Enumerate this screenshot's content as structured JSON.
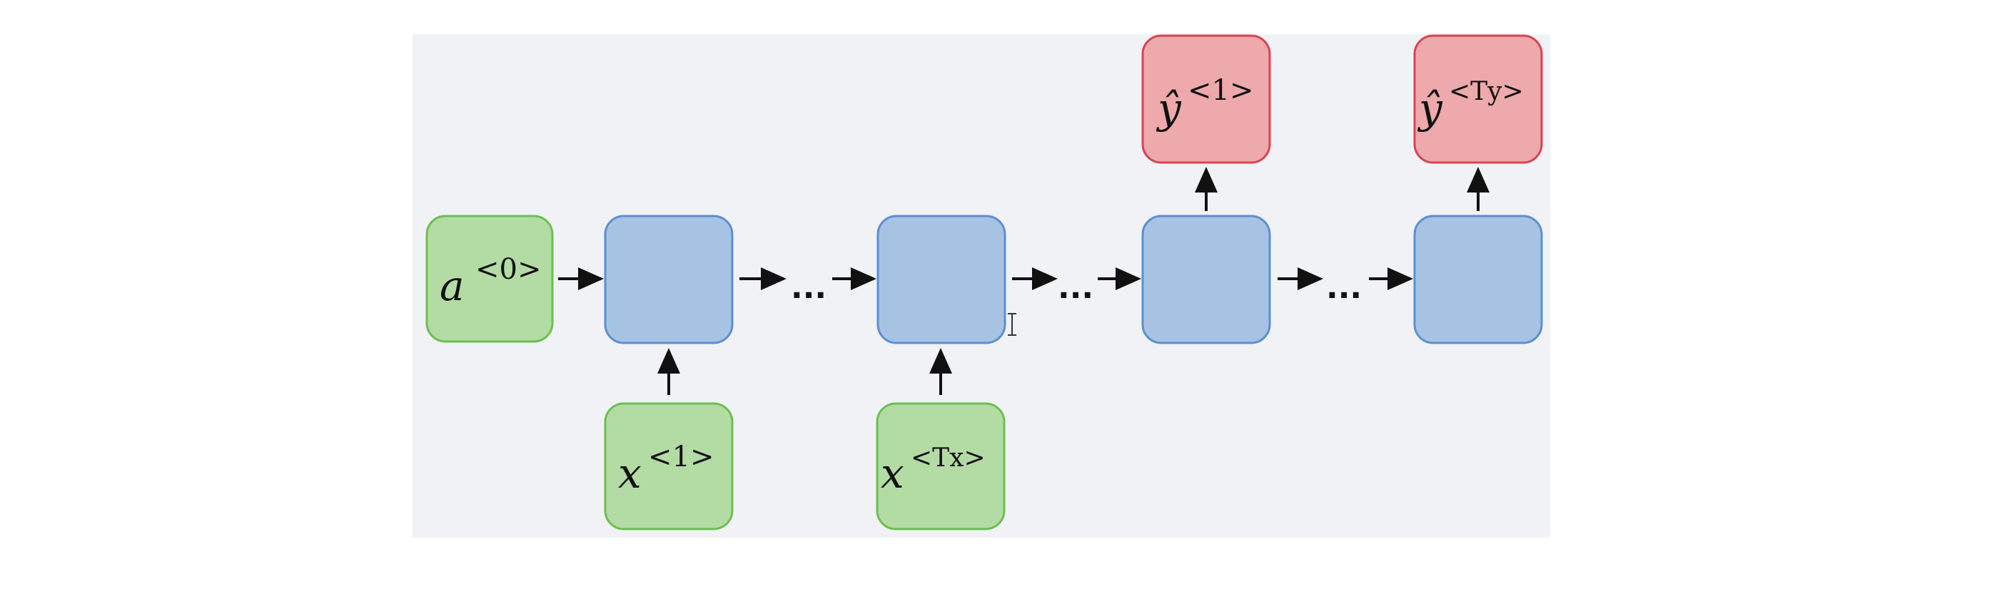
{
  "diagram": {
    "colors": {
      "background": "#f1f2f6",
      "input_fill": "#b3dca5",
      "input_stroke": "#6bbf4f",
      "cell_fill": "#a7c3e4",
      "cell_stroke": "#5b8fd1",
      "output_fill": "#eda9ab",
      "output_stroke": "#d9444f",
      "arrow": "#111111"
    },
    "initial_state": {
      "base": "a",
      "sup": "<0>"
    },
    "inputs": [
      {
        "base": "x",
        "sup": "<1>"
      },
      {
        "base": "x",
        "sup": "<Tx>"
      }
    ],
    "outputs": [
      {
        "base": "ŷ",
        "sup": "<1>"
      },
      {
        "base": "ŷ",
        "sup": "<Ty>"
      }
    ],
    "ellipsis": "..."
  }
}
